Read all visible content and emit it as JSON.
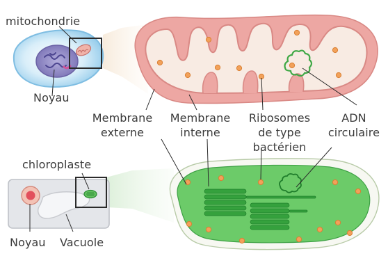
{
  "labels": {
    "mitochondrie": "mitochondrie",
    "noyau_top": "Noyau",
    "membrane_externe_1": "Membrane",
    "membrane_externe_2": "externe",
    "membrane_interne_1": "Membrane",
    "membrane_interne_2": "interne",
    "ribosomes_1": "Ribosomes",
    "ribosomes_2": "de type",
    "ribosomes_3": "bactérien",
    "adn_1": "ADN",
    "adn_2": "circulaire",
    "chloroplaste": "chloroplaste",
    "noyau_bottom": "Noyau",
    "vacuole": "Vacuole"
  },
  "colors": {
    "mito_outer": "#e8a3a0",
    "mito_inner_fill": "#f7e9e1",
    "mito_stroke": "#d88a86",
    "ribosome": "#f2a15a",
    "dna_green": "#3fa845",
    "chloro_fill": "#6cc76a",
    "chloro_dark": "#2f9a3a",
    "cell_blue": "#a9d4ee",
    "nucleus_purple": "#8f86c3",
    "plant_cell_grey": "#e3e4e8"
  }
}
